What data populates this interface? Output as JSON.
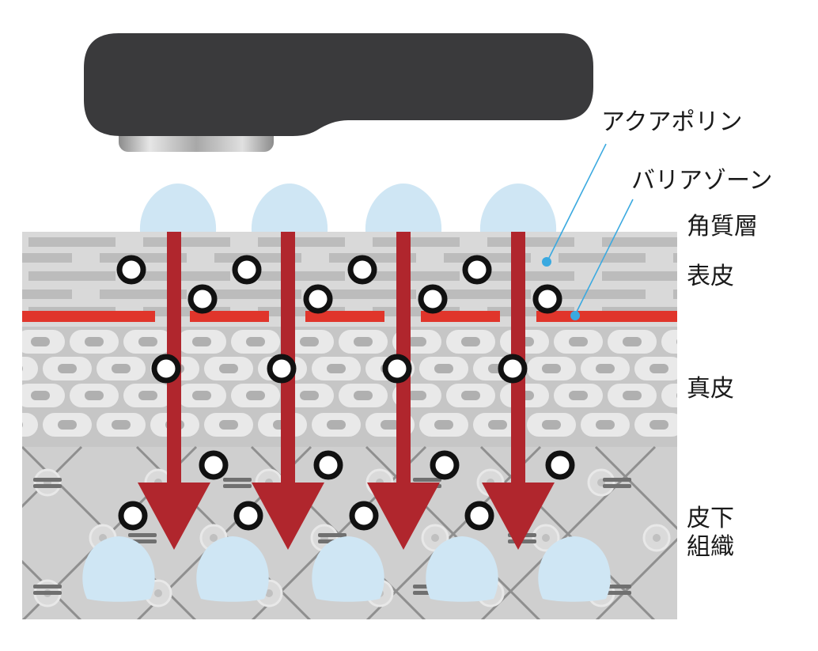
{
  "labels": {
    "aquaporin": "アクアポリン",
    "barrier_zone": "バリアゾーン",
    "stratum_corneum": "角質層",
    "epidermis": "表皮",
    "dermis": "真皮",
    "subcutaneous_1": "皮下",
    "subcutaneous_2": "組織"
  },
  "colors": {
    "device_body": "#3a3a3c",
    "device_plate": "#b8b8b8",
    "water": "#cfe6f4",
    "arrow": "#b0262d",
    "barrier_line": "#e0352b",
    "callout_line": "#3aa9e0",
    "callout_dot": "#3aa9e0",
    "epidermis_bg": "#d7d7d7",
    "epidermis_brick": "#bcbcbc",
    "dermis_bg": "#c7c7c7",
    "dermis_cell": "#e9e9e9",
    "dermis_nucleus": "#b0b0b0",
    "subcut_bg": "#cfcfcf",
    "subcut_line": "#8f8f8f"
  },
  "icons": [
    "handheld-device-icon",
    "water-droplet-icon",
    "penetration-arrow-icon",
    "molecule-ring-icon"
  ]
}
